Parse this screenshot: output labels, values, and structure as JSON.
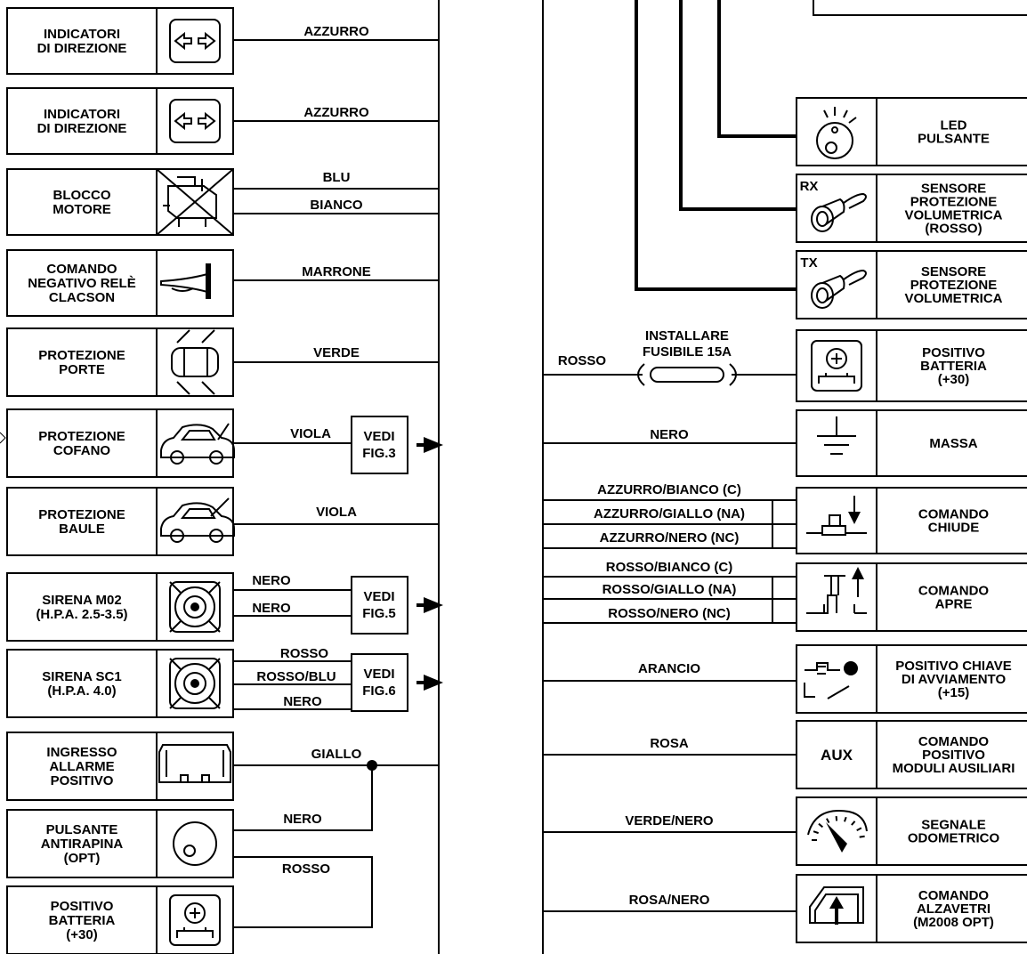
{
  "left_components": [
    {
      "id": "ind1",
      "label_lines": [
        "INDICATORI",
        "DI DIREZIONE"
      ],
      "icon": "turn-signal-arrows-icon",
      "wires": [
        "AZZURRO"
      ]
    },
    {
      "id": "ind2",
      "label_lines": [
        "INDICATORI",
        "DI DIREZIONE"
      ],
      "icon": "turn-signal-arrows-icon",
      "wires": [
        "AZZURRO"
      ]
    },
    {
      "id": "blocco",
      "label_lines": [
        "BLOCCO",
        "MOTORE"
      ],
      "icon": "crossed-engine-icon",
      "wires": [
        "BLU",
        "BIANCO"
      ]
    },
    {
      "id": "clacson",
      "label_lines": [
        "COMANDO",
        "NEGATIVO RELÈ",
        "CLACSON"
      ],
      "icon": "horn-icon",
      "wires": [
        "MARRONE"
      ]
    },
    {
      "id": "porte",
      "label_lines": [
        "PROTEZIONE",
        "PORTE"
      ],
      "icon": "car-doors-icon",
      "wires": [
        "VERDE"
      ]
    },
    {
      "id": "cofano",
      "label_lines": [
        "PROTEZIONE",
        "COFANO"
      ],
      "icon": "car-hood-icon",
      "wires": [
        "VIOLA"
      ],
      "see_box": [
        "VEDI",
        "FIG.3"
      ]
    },
    {
      "id": "baule",
      "label_lines": [
        "PROTEZIONE",
        "BAULE"
      ],
      "icon": "car-trunk-icon",
      "wires": [
        "VIOLA"
      ]
    },
    {
      "id": "m02",
      "label_lines": [
        "SIRENA M02",
        "(H.P.A. 2.5-3.5)"
      ],
      "icon": "siren-icon",
      "wires": [
        "NERO",
        "NERO"
      ],
      "see_box": [
        "VEDI",
        "FIG.5"
      ]
    },
    {
      "id": "sc1",
      "label_lines": [
        "SIRENA SC1",
        "(H.P.A. 4.0)"
      ],
      "icon": "siren-icon",
      "wires": [
        "ROSSO",
        "ROSSO/BLU",
        "NERO"
      ],
      "see_box": [
        "VEDI",
        "FIG.6"
      ]
    },
    {
      "id": "ingresso",
      "label_lines": [
        "INGRESSO",
        "ALLARME",
        "POSITIVO"
      ],
      "icon": "alarm-module-icon",
      "wires": [
        "GIALLO"
      ]
    },
    {
      "id": "pulsante",
      "label_lines": [
        "PULSANTE",
        "ANTIRAPINA",
        "(OPT)"
      ],
      "icon": "push-button-icon",
      "wires": [
        "NERO",
        "ROSSO"
      ]
    },
    {
      "id": "batt_l",
      "label_lines": [
        "POSITIVO",
        "BATTERIA",
        "(+30)"
      ],
      "icon": "battery-icon",
      "wires": []
    }
  ],
  "right_components": [
    {
      "id": "led",
      "label_lines": [
        "LED",
        "PULSANTE"
      ],
      "icon": "led-icon",
      "tag": ""
    },
    {
      "id": "rx",
      "label_lines": [
        "SENSORE",
        "PROTEZIONE",
        "VOLUMETRICA",
        "(ROSSO)"
      ],
      "icon": "ultrasonic-sensor-icon",
      "tag": "RX"
    },
    {
      "id": "tx",
      "label_lines": [
        "SENSORE",
        "PROTEZIONE",
        "VOLUMETRICA"
      ],
      "icon": "ultrasonic-sensor-icon",
      "tag": "TX"
    },
    {
      "id": "batt_r",
      "label_lines": [
        "POSITIVO",
        "BATTERIA",
        "(+30)"
      ],
      "icon": "battery-icon",
      "tag": ""
    },
    {
      "id": "massa",
      "label_lines": [
        "MASSA"
      ],
      "icon": "ground-icon",
      "tag": ""
    },
    {
      "id": "chiude",
      "label_lines": [
        "COMANDO",
        "CHIUDE"
      ],
      "icon": "switch-down-icon",
      "tag": ""
    },
    {
      "id": "apre",
      "label_lines": [
        "COMANDO",
        "APRE"
      ],
      "icon": "switch-up-icon",
      "tag": ""
    },
    {
      "id": "chiave",
      "label_lines": [
        "POSITIVO CHIAVE",
        "DI AVVIAMENTO",
        "(+15)"
      ],
      "icon": "ignition-key-icon",
      "tag": ""
    },
    {
      "id": "aux",
      "label_lines": [
        "COMANDO",
        "POSITIVO",
        "MODULI AUSILIARI"
      ],
      "icon": "aux-icon",
      "tag": "AUX"
    },
    {
      "id": "odo",
      "label_lines": [
        "SEGNALE",
        "ODOMETRICO"
      ],
      "icon": "odometer-icon",
      "tag": ""
    },
    {
      "id": "alza",
      "label_lines": [
        "COMANDO",
        "ALZAVETRI",
        "(M2008 OPT)"
      ],
      "icon": "window-lift-icon",
      "tag": ""
    }
  ],
  "right_wires": {
    "rosso": "ROSSO",
    "fuse_lines": [
      "INSTALLARE",
      "FUSIBILE 15A"
    ],
    "nero": "NERO",
    "chiude": [
      "AZZURRO/BIANCO (C)",
      "AZZURRO/GIALLO (NA)",
      "AZZURRO/NERO (NC)"
    ],
    "apre": [
      "ROSSO/BIANCO (C)",
      "ROSSO/GIALLO (NA)",
      "ROSSO/NERO (NC)"
    ],
    "arancio": "ARANCIO",
    "rosa": "ROSA",
    "verde_nero": "VERDE/NERO",
    "rosa_nero": "ROSA/NERO"
  }
}
